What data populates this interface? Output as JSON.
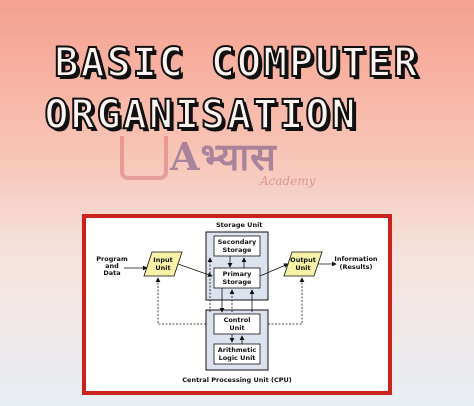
{
  "title": {
    "line1": "BASIC COMPUTER",
    "line2": "ORGANISATION"
  },
  "watermark": {
    "logo_letter": "A",
    "devanagari": "भ्यास",
    "subtitle": "Academy"
  },
  "diagram": {
    "storage_unit_label": "Storage Unit",
    "secondary_storage": [
      "Secondary",
      "Storage"
    ],
    "primary_storage": [
      "Primary",
      "Storage"
    ],
    "input_unit": [
      "Input",
      "Unit"
    ],
    "output_unit": [
      "Output",
      "Unit"
    ],
    "program_data": [
      "Program",
      "and",
      "Data"
    ],
    "information": [
      "Information",
      "(Results)"
    ],
    "control_unit": [
      "Control",
      "Unit"
    ],
    "alu": [
      "Arithmetic",
      "Logic Unit"
    ],
    "cpu_label": "Central Processing Unit (CPU)",
    "colors": {
      "box_fill": "#dde3ee",
      "io_fill": "#f7f2a8",
      "frame": "#c9231b"
    }
  }
}
